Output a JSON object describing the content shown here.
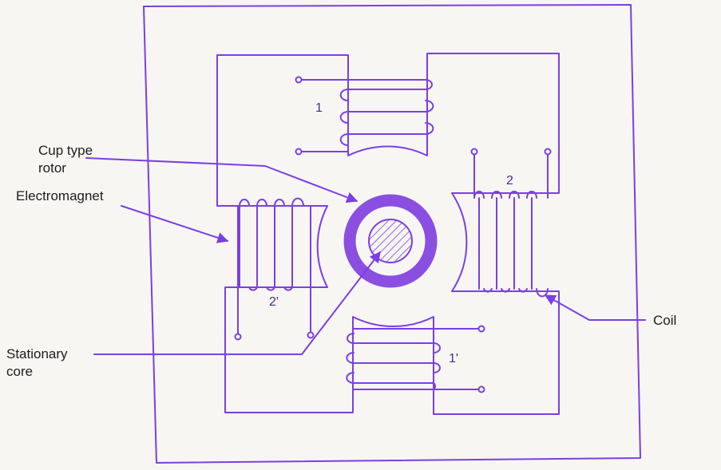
{
  "colors": {
    "line": "#7b3fe4",
    "rotor_fill": "#8a4fe0",
    "core_hatch": "#7b3fe4",
    "label_text": "#1c1c1c",
    "winding_number": "#4a2d8c",
    "background": "#f7f6f3"
  },
  "labels": {
    "cup_rotor_line1": "Cup type",
    "cup_rotor_line2": "rotor",
    "electromagnet": "Electromagnet",
    "stationary_core_line1": "Stationary",
    "stationary_core_line2": "core",
    "coil": "Coil"
  },
  "windings": {
    "top": "1",
    "right": "2",
    "left": "2'",
    "bottom": "1'"
  }
}
